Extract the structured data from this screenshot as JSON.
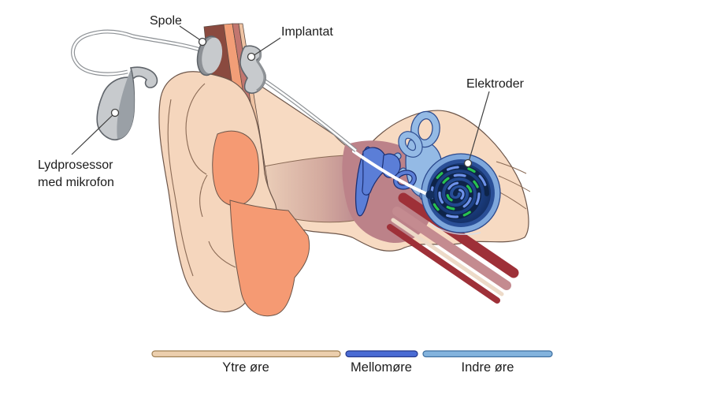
{
  "diagram": {
    "subject": "cochlear-implant-ear-anatomy",
    "labels": {
      "spole": "Spole",
      "implantat": "Implantat",
      "elektroder": "Elektroder",
      "lydprosessor_line1": "Lydprosessor",
      "lydprosessor_line2": "med mikrofon"
    },
    "legend": [
      {
        "label": "Ytre øre",
        "color": "#eccfad",
        "border": "#a08055"
      },
      {
        "label": "Mellomøre",
        "color": "#4a6bd4",
        "border": "#26398c"
      },
      {
        "label": "Indre øre",
        "color": "#83b3dd",
        "border": "#3e6f9f"
      }
    ],
    "colors": {
      "outer_ear_skin": "#f5d6bd",
      "head_skin": "#f7dac2",
      "cartilage_salmon": "#f59a73",
      "scalp_maroon": "#8a4a3f",
      "ear_canal_deep": "#b5808a",
      "middle_ear_blue": "#5b7ed7",
      "inner_ear_blue": "#94bae5",
      "cochlea_navy": "#1b3d7f",
      "electrode_green": "#29c24f",
      "electrode_blue": "#6e92ea",
      "implant_gray": "#c7cacd",
      "eustachian_red": "#9e3038"
    }
  }
}
